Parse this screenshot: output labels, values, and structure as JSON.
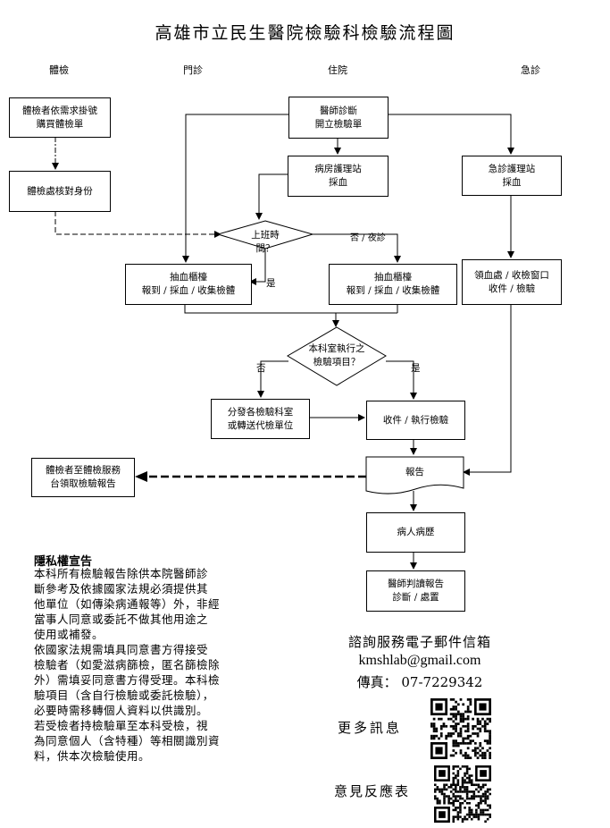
{
  "title": "高雄市立民生醫院檢驗科檢驗流程圖",
  "columns": {
    "checkup": "體檢",
    "outpatient": "門診",
    "inpatient": "住院",
    "emergency": "急診"
  },
  "boxes": {
    "buy_line1": "體檢者依需求掛號",
    "buy_line2": "購買體檢單",
    "verify": "體檢處核對身份",
    "doctor_line1": "醫師診斷",
    "doctor_line2": "開立檢驗單",
    "ward_line1": "病房護理站",
    "ward_line2": "採血",
    "er_line1": "急診護理站",
    "er_line2": "採血",
    "decision_hours": "上班時間？",
    "counter_left_line1": "抽血櫃檯",
    "counter_left_line2": "報到 / 採血 / 收集檢體",
    "counter_right_line1": "抽血櫃檯",
    "counter_right_line2": "報到 / 採血 / 收集檢體",
    "er_receive_line1": "領血處 / 收檢窗口",
    "er_receive_line2": "收件 / 檢驗",
    "decision_exec_line1": "本科室執行之",
    "decision_exec_line2": "檢驗項目？",
    "dispatch_line1": "分發各檢驗科室",
    "dispatch_line2": "或轉送代檢單位",
    "execute": "收件 / 執行檢驗",
    "report": "報告",
    "pickup_line1": "體檢者至體檢服務",
    "pickup_line2": "台領取檢驗報告",
    "record": "病人病歷",
    "interpret_line1": "醫師判讀報告",
    "interpret_line2": "診斷 / 處置"
  },
  "labels": {
    "yes_hours": "是",
    "no_hours": "否 / 夜診",
    "no_exec": "否",
    "yes_exec": "是"
  },
  "privacy": {
    "title": "隱私權宣告",
    "lines": [
      "本科所有檢驗報告除供本院醫師診",
      "斷參考及依據國家法規必須提供其",
      "他單位（如傳染病通報等）外，非經",
      "當事人同意或委託不做其他用途之",
      "使用或補發。",
      "依國家法規需填具同意書方得接受",
      "檢驗者（如愛滋病篩檢，匿名篩檢除",
      "外）需填妥同意書方得受理。本科檢",
      "驗項目（含自行檢驗或委託檢驗），",
      "必要時需移轉個人資料以供識別。",
      "若受檢者持檢驗單至本科受檢，視",
      "為同意個人（含特種）等相關識別資",
      "料，供本次檢驗使用。"
    ]
  },
  "contact": {
    "heading": "諮詢服務電子郵件信箱",
    "email": "kmshlab@gmail.com",
    "fax": "傳真： 07-7229342",
    "more_info": "更多訊息",
    "feedback": "意見反應表"
  }
}
